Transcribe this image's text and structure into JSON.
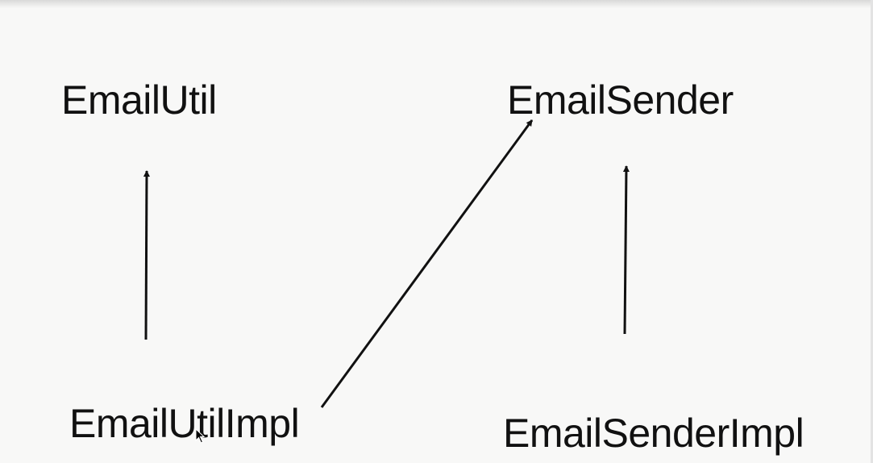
{
  "nodes": {
    "email_util": "EmailUtil",
    "email_sender": "EmailSender",
    "email_util_impl": "EmailUtilImpl",
    "email_sender_impl": "EmailSenderImpl"
  },
  "edges": [
    {
      "from": "EmailUtilImpl",
      "to": "EmailUtil"
    },
    {
      "from": "EmailUtilImpl",
      "to": "EmailSender"
    },
    {
      "from": "EmailSenderImpl",
      "to": "EmailSender"
    }
  ],
  "colors": {
    "background": "#f8f8f7",
    "ink": "#111111"
  },
  "icons": {
    "cursor": "mouse-pointer-icon"
  }
}
